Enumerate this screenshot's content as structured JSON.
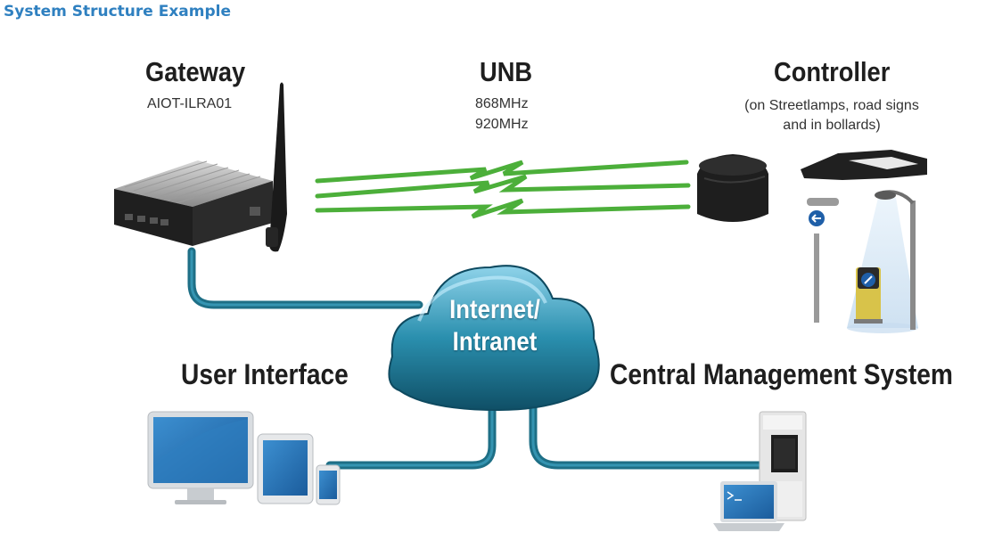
{
  "heading": "System Structure Example",
  "nodes": {
    "gateway": {
      "title": "Gateway",
      "model": "AIOT-ILRA01"
    },
    "unb": {
      "title": "UNB",
      "freq1": "868MHz",
      "freq2": "920MHz"
    },
    "controller": {
      "title": "Controller",
      "desc1": "(on Streetlamps, road signs",
      "desc2": "and in bollards)"
    },
    "cloud": {
      "line1": "Internet/",
      "line2": "Intranet"
    },
    "user_interface": {
      "title": "User Interface"
    },
    "cms": {
      "title": "Central Management System"
    }
  },
  "colors": {
    "heading": "#2f80c0",
    "cable": "#1e6f86",
    "radio_wave": "#4caf3a",
    "cloud": "#2a8fae"
  },
  "icons": [
    "gateway-device-icon",
    "antenna-icon",
    "controller-dome-icon",
    "streetlamp-icon",
    "road-sign-icon",
    "bollard-icon",
    "desktop-monitor-icon",
    "tablet-icon",
    "phone-icon",
    "server-tower-icon",
    "laptop-icon",
    "cloud-icon"
  ]
}
